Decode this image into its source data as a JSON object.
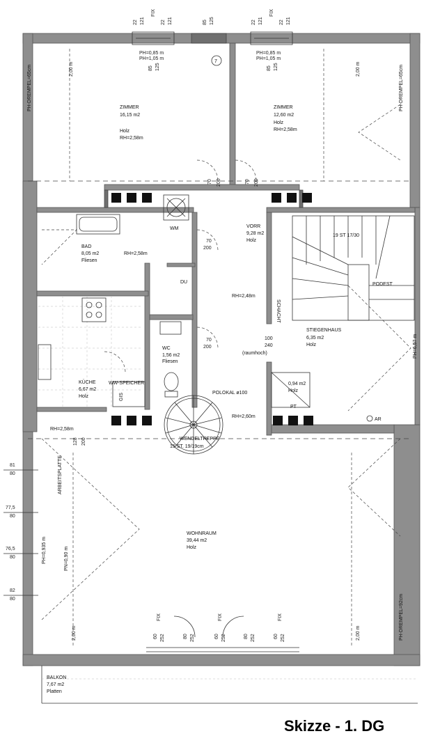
{
  "title": "Skizze - 1. DG",
  "rooms": {
    "zimmer_left": {
      "name": "ZIMMER",
      "area": "16,15 m2",
      "floor": "Holz",
      "rh": "RH=2,58m"
    },
    "zimmer_right": {
      "name": "ZIMMER",
      "area": "12,60 m2",
      "floor": "Holz",
      "rh": "RH=2,58m"
    },
    "bad": {
      "name": "BAD",
      "area": "8,05 m2",
      "floor": "Fliesen",
      "rh": "RH=2,58m"
    },
    "vorr": {
      "name": "VORR",
      "area": "9,28 m2",
      "floor": "Holz",
      "rh": "RH=2,48m"
    },
    "kueche": {
      "name": "KÜCHE",
      "area": "6,67 m2",
      "floor": "Holz"
    },
    "wc": {
      "name": "WC",
      "area": "1,56 m2",
      "floor": "Fliesen"
    },
    "stiegenhaus": {
      "name": "STIEGENHAUS",
      "area": "6,35 m2",
      "floor": "Holz"
    },
    "wohnraum": {
      "name": "WOHNRAUM",
      "area": "39,44 m2",
      "floor": "Holz"
    },
    "balkon": {
      "name": "BALKON",
      "area": "7,67 m2",
      "floor": "Platten"
    },
    "small": {
      "area": "0,94 m2",
      "floor": "Holz"
    }
  },
  "labels": {
    "wm": "WM",
    "du": "DU",
    "polokal": "POLOKAL ø100",
    "rh260": "RH=2,60m",
    "rh258_kitchen": "RH=2,58m",
    "arbeitsplatte": "ARBEITSPLATTE",
    "wendeltreppe": "WENDELTREPPE",
    "wendel_st": "15 ST. 19/19cm",
    "stair_st": "19 ST 17/30",
    "podest": "PODEST",
    "schacht": "SCHACHT",
    "raumhoch": "(raumhoch)",
    "dim_100": "100",
    "dim_240": "240",
    "ar": "AR",
    "pt": "PT",
    "gis": "GIS",
    "ww_speicher": "WW-SPEICHER",
    "marker_7": "7",
    "ph_drempel_65_left": "PH-DREMPEL=65cm",
    "ph_drempel_65_right": "PH-DREMPEL=65cm",
    "ph_drempel_92": "PH-DREMPEL=92cm",
    "ph_657": "PH=6,57 m",
    "ph_0935": "PH=0,935 m",
    "pn_090": "PN=0,90 m",
    "ph_085": "PH=0,85 m",
    "ph_105": "PH=1,05 m",
    "fix": "FIX",
    "dim_200m": "2,00 m",
    "d70": "70",
    "d200": "200",
    "d22": "22",
    "d121": "121",
    "d85": "85",
    "d125": "125",
    "d60": "60",
    "d252": "252",
    "d80": "80",
    "d81": "81",
    "d775": "77,5",
    "d765": "76,5",
    "d82": "82",
    "d128": "128"
  }
}
